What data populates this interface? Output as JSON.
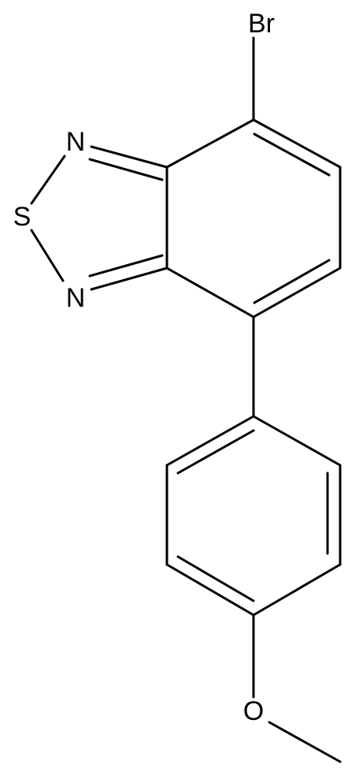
{
  "molecule": {
    "atoms": [
      {
        "id": "Br",
        "label": "Br"
      },
      {
        "id": "N1",
        "label": "N"
      },
      {
        "id": "S",
        "label": "S"
      },
      {
        "id": "N2",
        "label": "N"
      },
      {
        "id": "O",
        "label": "O"
      }
    ],
    "colors": {
      "bond": "#000000",
      "label": "#000000",
      "background": "#ffffff"
    }
  }
}
